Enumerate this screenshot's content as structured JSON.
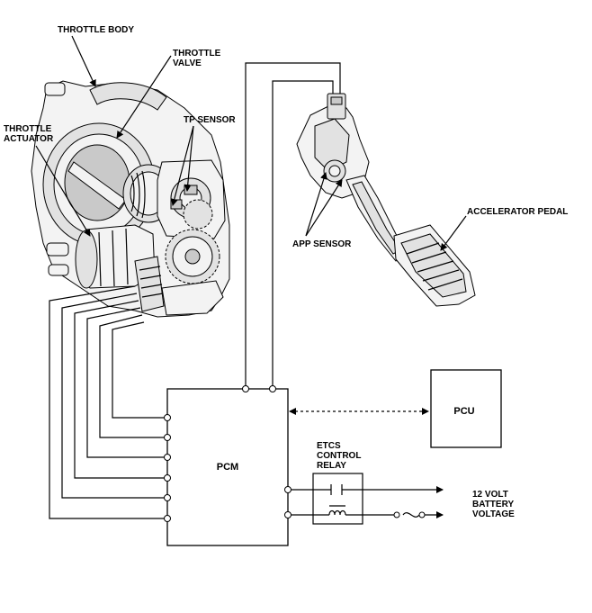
{
  "labels": {
    "throttle_body": "THROTTLE BODY",
    "throttle_valve_1": "THROTTLE",
    "throttle_valve_2": "VALVE",
    "throttle_actuator_1": "THROTTLE",
    "throttle_actuator_2": "ACTUATOR",
    "tp_sensor": "TP SENSOR",
    "accelerator_pedal": "ACCELERATOR PEDAL",
    "app_sensor": "APP SENSOR",
    "pcm": "PCM",
    "pcu": "PCU",
    "etcs_relay_1": "ETCS",
    "etcs_relay_2": "CONTROL",
    "etcs_relay_3": "RELAY",
    "battery_1": "12 VOLT",
    "battery_2": "BATTERY",
    "battery_3": "VOLTAGE"
  }
}
